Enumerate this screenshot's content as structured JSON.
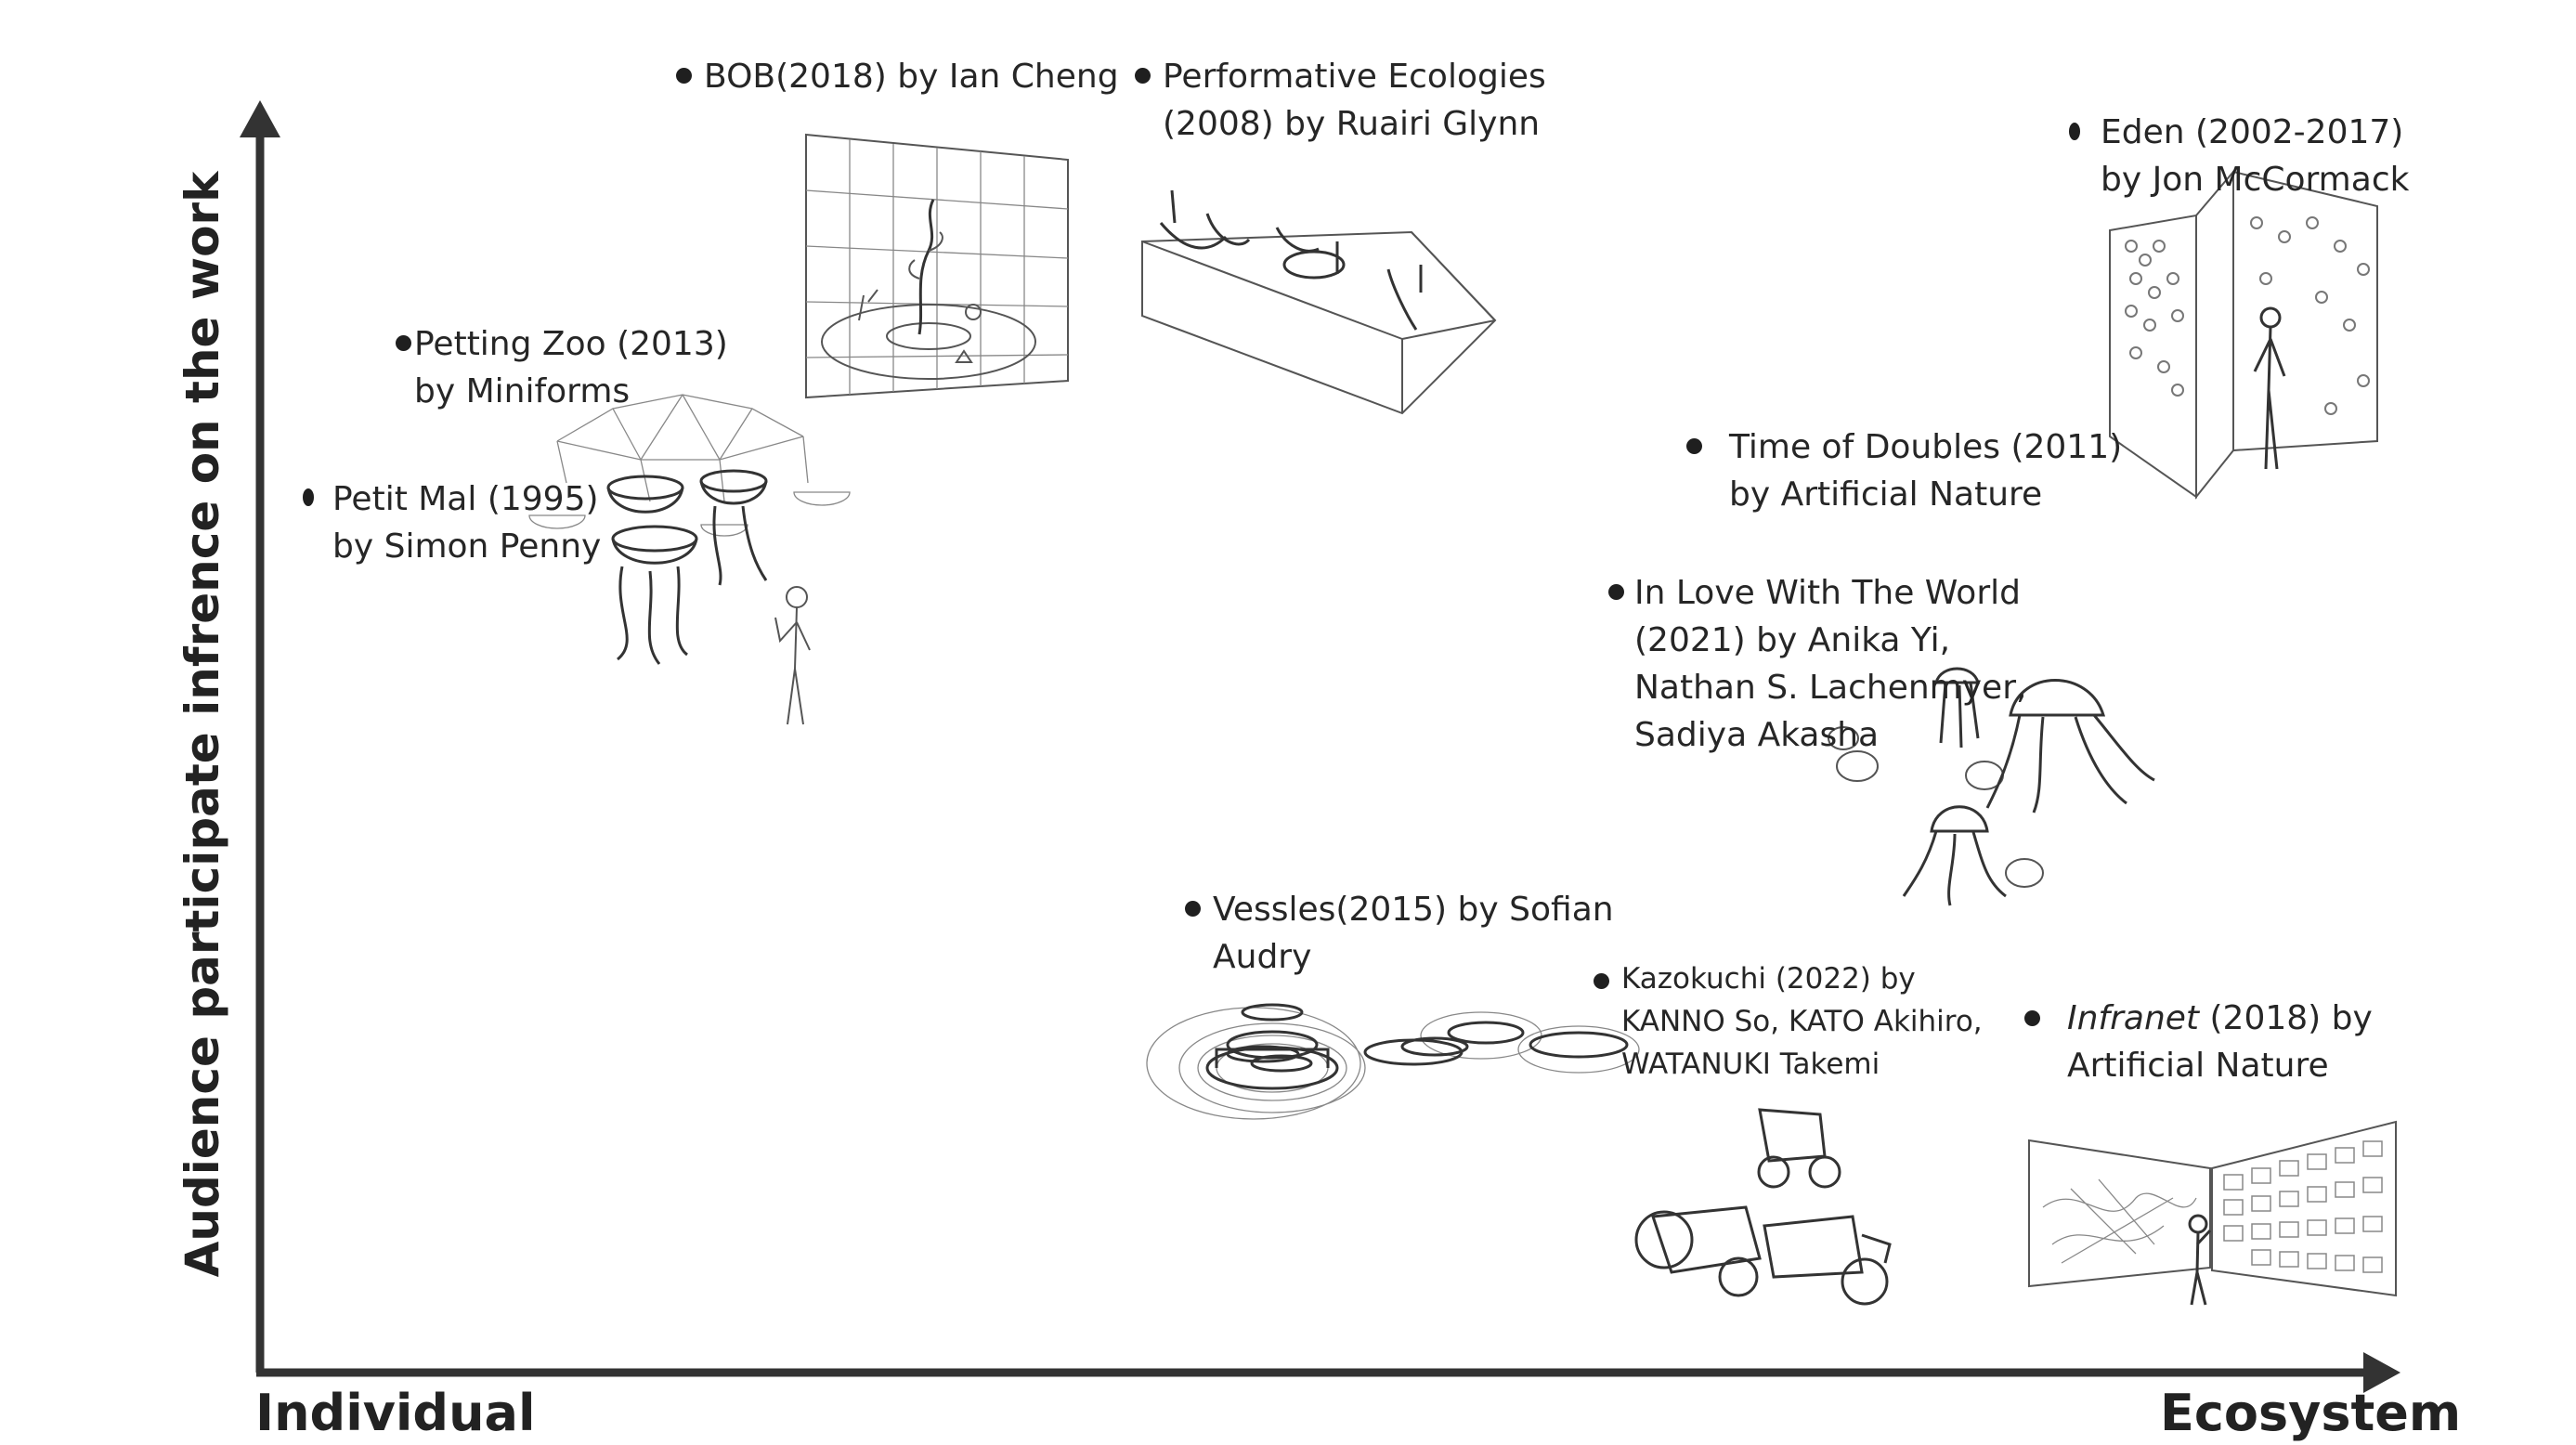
{
  "axes": {
    "y_title": "Audience participate infrence  on the work",
    "x_left": "Individual",
    "x_right": "Ecosystem",
    "axis_color": "#333333"
  },
  "works": [
    {
      "id": "bob",
      "lines": [
        "BOB(2018) by Ian Cheng"
      ]
    },
    {
      "id": "performative",
      "lines": [
        "Performative Ecologies",
        "(2008) by Ruairi Glynn"
      ]
    },
    {
      "id": "eden",
      "lines": [
        "Eden (2002-2017)",
        "by Jon McCormack"
      ]
    },
    {
      "id": "petting",
      "lines": [
        "Petting Zoo (2013)",
        "by Miniforms"
      ]
    },
    {
      "id": "petit",
      "lines": [
        "Petit Mal (1995)",
        "by Simon Penny"
      ]
    },
    {
      "id": "doubles",
      "lines": [
        "Time of Doubles (2011)",
        "by Artificial Nature"
      ]
    },
    {
      "id": "inlove",
      "lines": [
        "In Love With The World",
        "(2021) by Anika Yi,",
        "Nathan S. Lachenmyer,",
        "Sadiya Akasha"
      ]
    },
    {
      "id": "vessles",
      "lines": [
        "Vessles(2015) by Sofian",
        "Audry"
      ]
    },
    {
      "id": "kazokuchi",
      "lines": [
        "Kazokuchi (2022) by",
        "KANNO So, KATO Akihiro,",
        "WATANUKI Takemi"
      ]
    },
    {
      "id": "infranet",
      "title_italic": "Infranet",
      "title_rest": " (2018) by",
      "lines": [
        "Artificial Nature"
      ]
    }
  ]
}
